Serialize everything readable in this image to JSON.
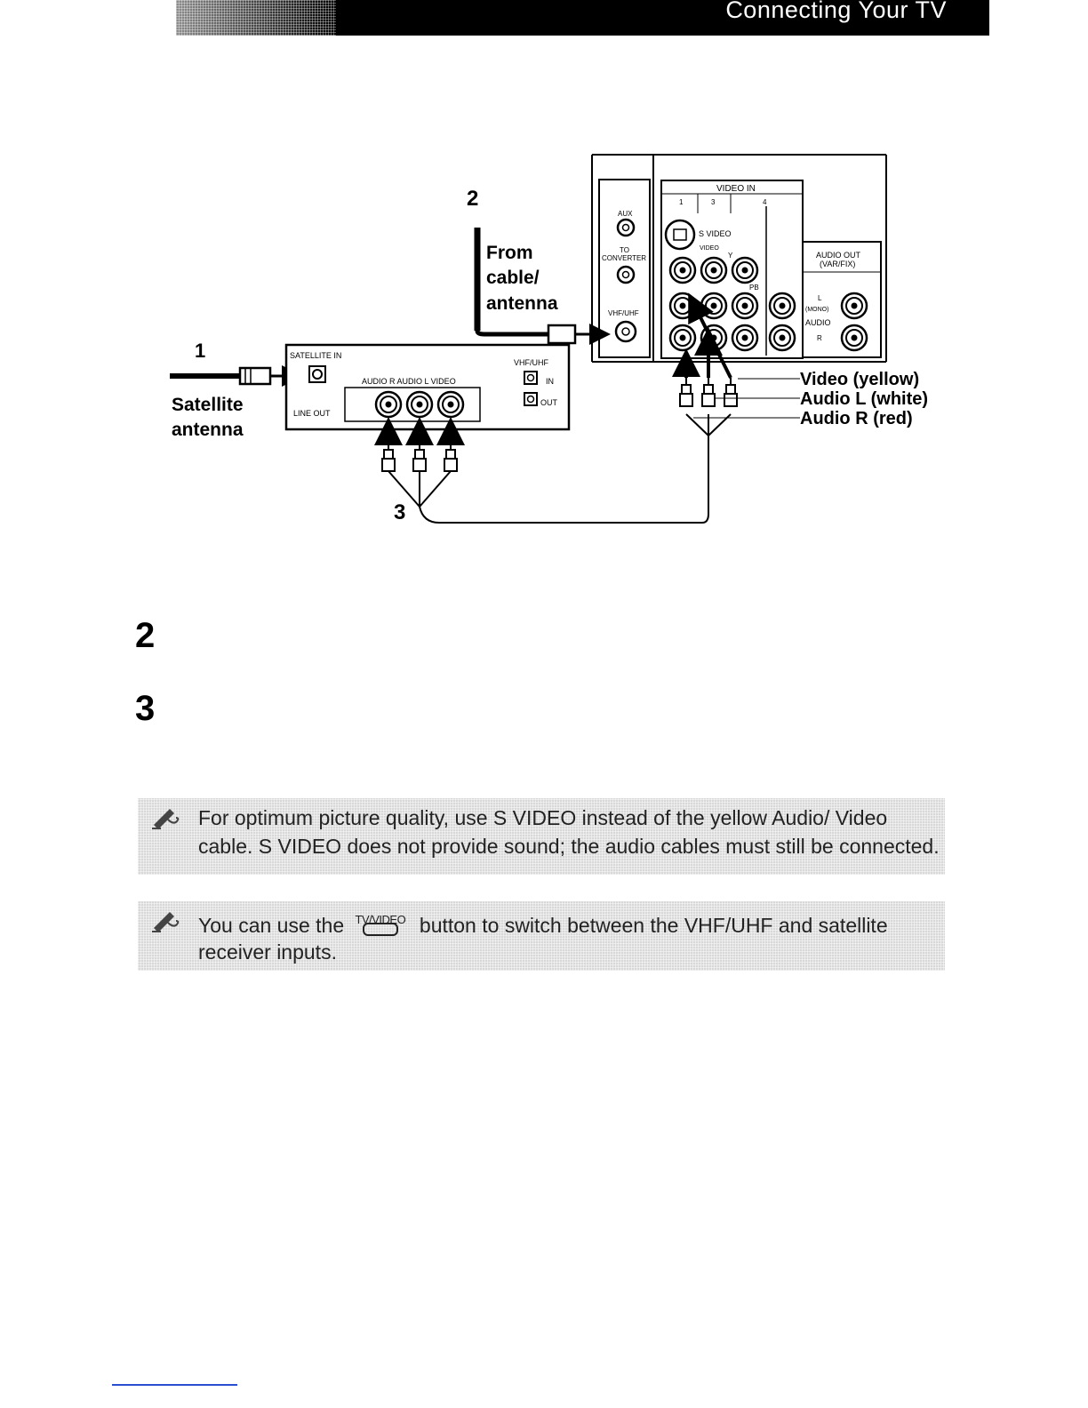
{
  "header": {
    "title": "Connecting Your TV"
  },
  "diagram": {
    "callouts": {
      "one": "1",
      "two": "2",
      "three": "3"
    },
    "from_cable": [
      "From",
      "cable/",
      "antenna"
    ],
    "satellite": [
      "Satellite",
      "antenna"
    ],
    "receiver": {
      "satellite_in": "SATELLITE IN",
      "vhf_uhf": "VHF/UHF",
      "in": "IN",
      "out": "OUT",
      "audio_video": "AUDIO R  AUDIO L  VIDEO",
      "line_out": "LINE OUT"
    },
    "tv": {
      "aux": "AUX",
      "to_converter": [
        "TO",
        "CONVERTER"
      ],
      "vhf_uhf": "VHF/UHF",
      "video_in": "VIDEO IN",
      "inputs": [
        "1",
        "3",
        "4"
      ],
      "s_video": "S VIDEO",
      "video": "VIDEO",
      "y": "Y",
      "pb": "PB",
      "audio_out": [
        "AUDIO OUT",
        "(VAR/FIX)"
      ],
      "l_mono": [
        "L",
        "(MONO)"
      ],
      "audio": "AUDIO",
      "r": "R"
    },
    "cable_labels": [
      "Video (yellow)",
      "Audio L (white)",
      "Audio R (red)"
    ]
  },
  "steps": [
    {
      "number": "2"
    },
    {
      "number": "3"
    }
  ],
  "notes": {
    "note1": {
      "line1": "For optimum picture quality, use S VIDEO instead of the yellow Audio/ Video",
      "line2": "cable. S VIDEO does not provide sound; the audio cables must still be connected."
    },
    "note2": {
      "pre": "You can use the",
      "button_label": "TV/VIDEO",
      "post": "button to switch between the VHF/UHF and satellite",
      "line2": "receiver inputs."
    }
  }
}
